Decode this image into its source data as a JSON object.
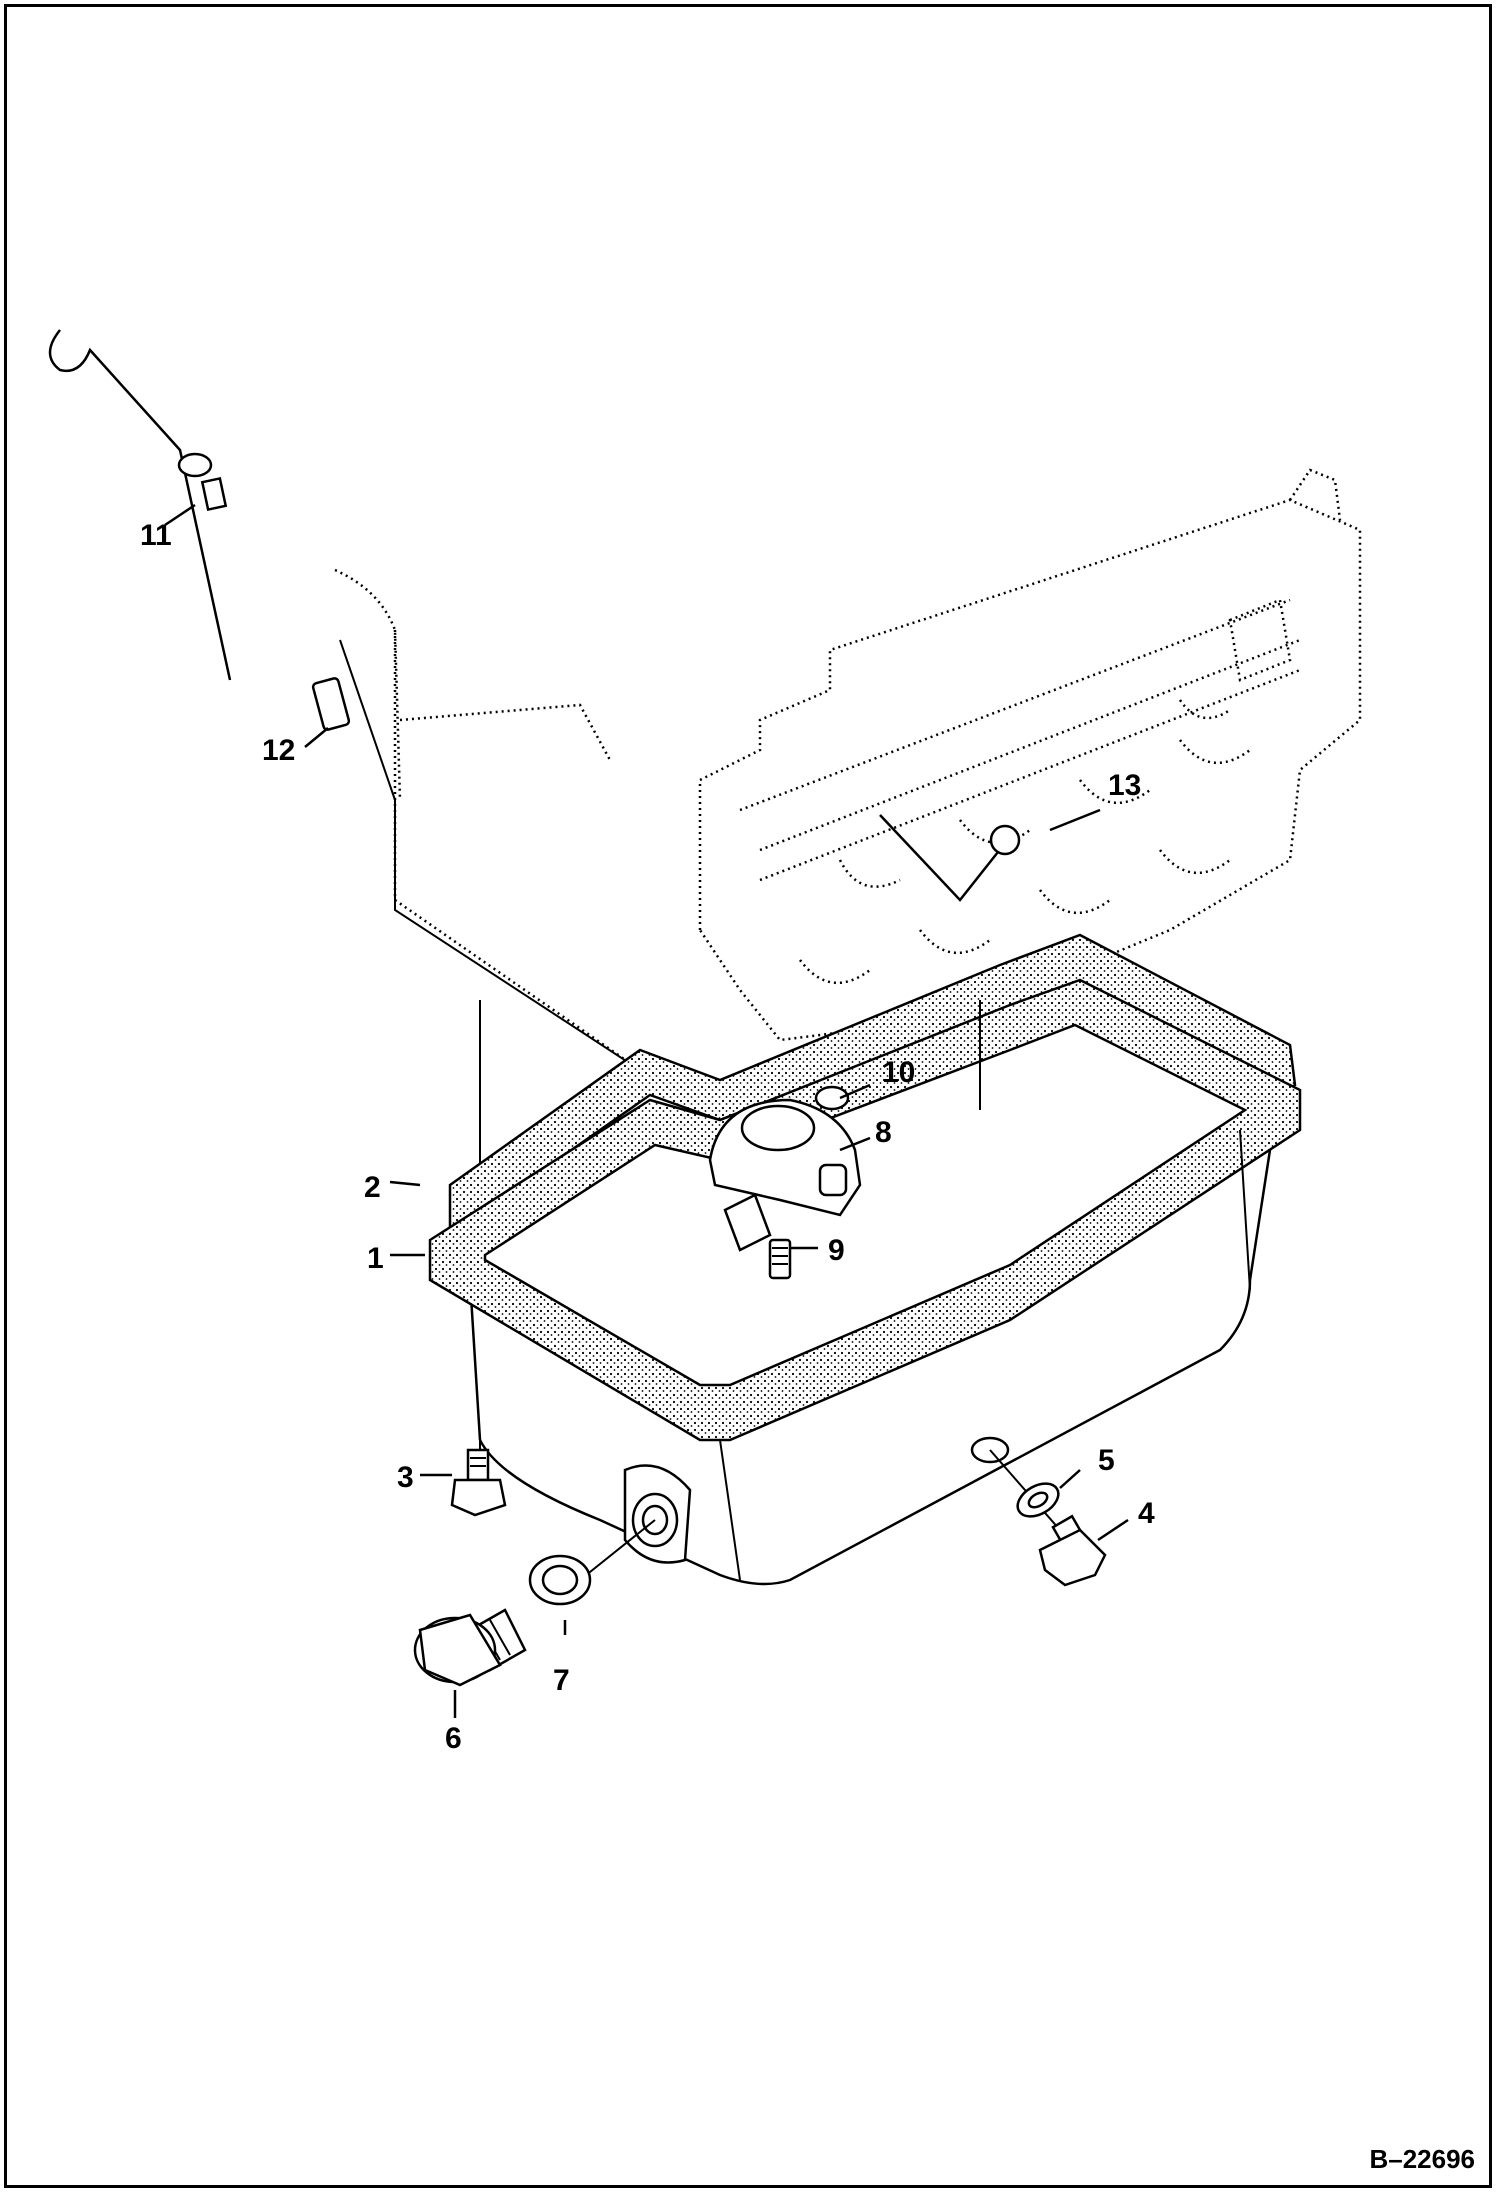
{
  "figure": {
    "reference_code": "B–22696",
    "callouts": [
      "1",
      "2",
      "3",
      "4",
      "5",
      "6",
      "7",
      "8",
      "9",
      "10",
      "11",
      "12",
      "13"
    ]
  },
  "parts": [
    {
      "callout": "1",
      "icon": "oil-pan-icon"
    },
    {
      "callout": "2",
      "icon": "oil-pan-gasket-icon"
    },
    {
      "callout": "3",
      "icon": "bolt-icon"
    },
    {
      "callout": "4",
      "icon": "drain-plug-icon"
    },
    {
      "callout": "5",
      "icon": "washer-icon"
    },
    {
      "callout": "6",
      "icon": "large-drain-plug-icon"
    },
    {
      "callout": "7",
      "icon": "large-washer-icon"
    },
    {
      "callout": "8",
      "icon": "oil-strainer-icon"
    },
    {
      "callout": "9",
      "icon": "strainer-bolt-icon"
    },
    {
      "callout": "10",
      "icon": "o-ring-icon"
    },
    {
      "callout": "11",
      "icon": "dipstick-icon"
    },
    {
      "callout": "12",
      "icon": "dipstick-guide-icon"
    },
    {
      "callout": "13",
      "icon": "screw-icon"
    }
  ]
}
